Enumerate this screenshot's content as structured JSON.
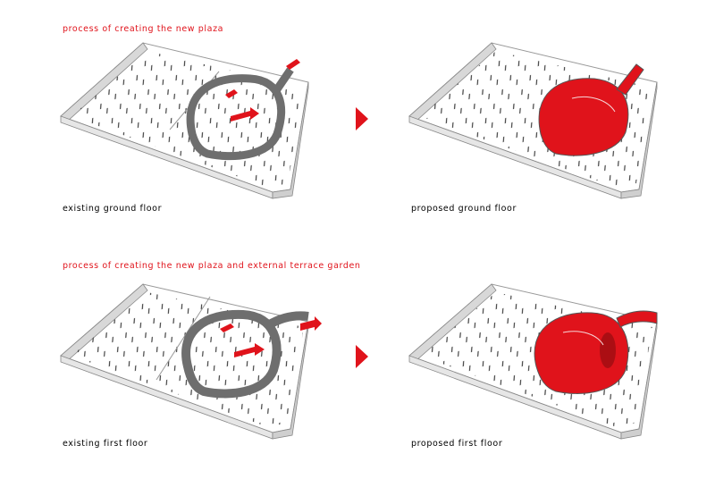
{
  "sections": [
    {
      "title": "process of creating the new plaza",
      "existing_caption": "existing ground floor",
      "proposed_caption": "proposed ground floor"
    },
    {
      "title": "process of creating the new plaza and external terrace garden",
      "existing_caption": "existing first floor",
      "proposed_caption": "proposed first floor"
    }
  ],
  "colors": {
    "accent": "#e0131b",
    "structure": "#707070",
    "wall": "#d8d8d8"
  },
  "icons": [
    "arrow-right-icon",
    "flow-arrow-icon"
  ]
}
